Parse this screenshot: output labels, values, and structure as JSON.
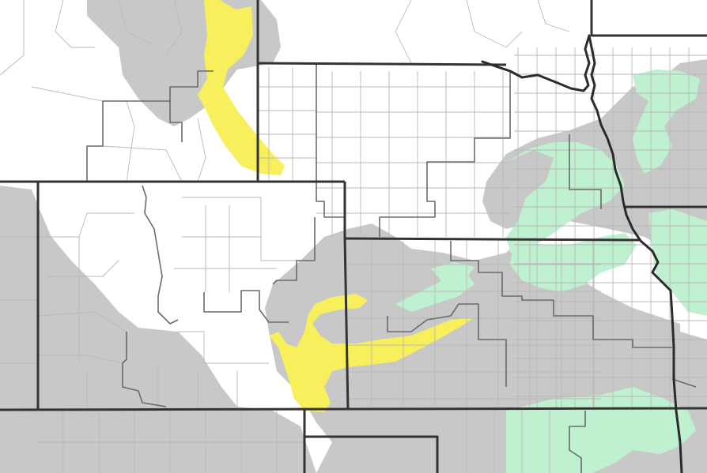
{
  "map": {
    "background_color": "#ffffff",
    "categories": [
      {
        "id": "gray",
        "color": "#c8c8c8"
      },
      {
        "id": "yellow",
        "color": "#f7ef5b"
      },
      {
        "id": "green",
        "color": "#bff0cf"
      }
    ],
    "line_colors": {
      "state_border": "#333333",
      "county_line": "#b9b9b9",
      "region_line": "#6a6a6a",
      "river": "#2b2b2b"
    }
  }
}
